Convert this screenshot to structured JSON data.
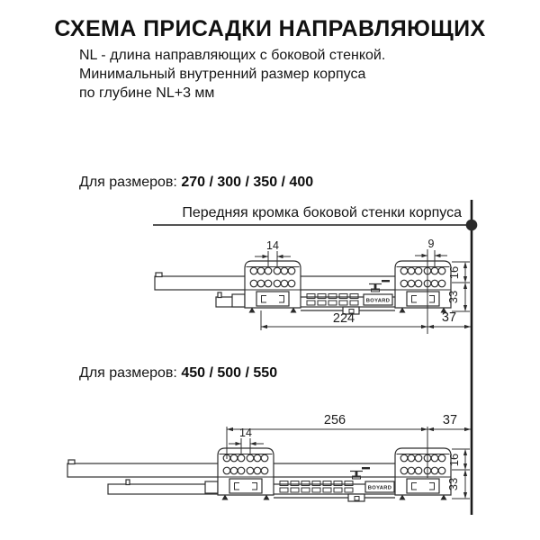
{
  "title": "СХЕМА ПРИСАДКИ НАПРАВЛЯЮЩИХ",
  "intro": {
    "line1": "NL - длина направляющих с боковой стенкой.",
    "line2": "Минимальный внутренний размер корпуса",
    "line3": "по глубине NL+3 мм"
  },
  "front_edge_label": "Передняя кромка боковой стенки корпуса",
  "brand": "BOYARD",
  "section1": {
    "prefix": "Для размеров:",
    "sizes": "270 / 300 / 350 / 400",
    "dims": {
      "hole_pitch": "14",
      "hole_pitch_right": "9",
      "back_length": "224",
      "front_offset": "37",
      "height_top": "16",
      "height_bottom": "33"
    }
  },
  "section2": {
    "prefix": "Для размеров:",
    "sizes": "450 / 500 / 550",
    "dims": {
      "hole_pitch": "14",
      "back_length": "256",
      "front_offset": "37",
      "height_top": "16",
      "height_bottom": "33"
    }
  },
  "colors": {
    "ink": "#111111",
    "drawing_line": "#2f2f2f",
    "background": "#ffffff"
  }
}
